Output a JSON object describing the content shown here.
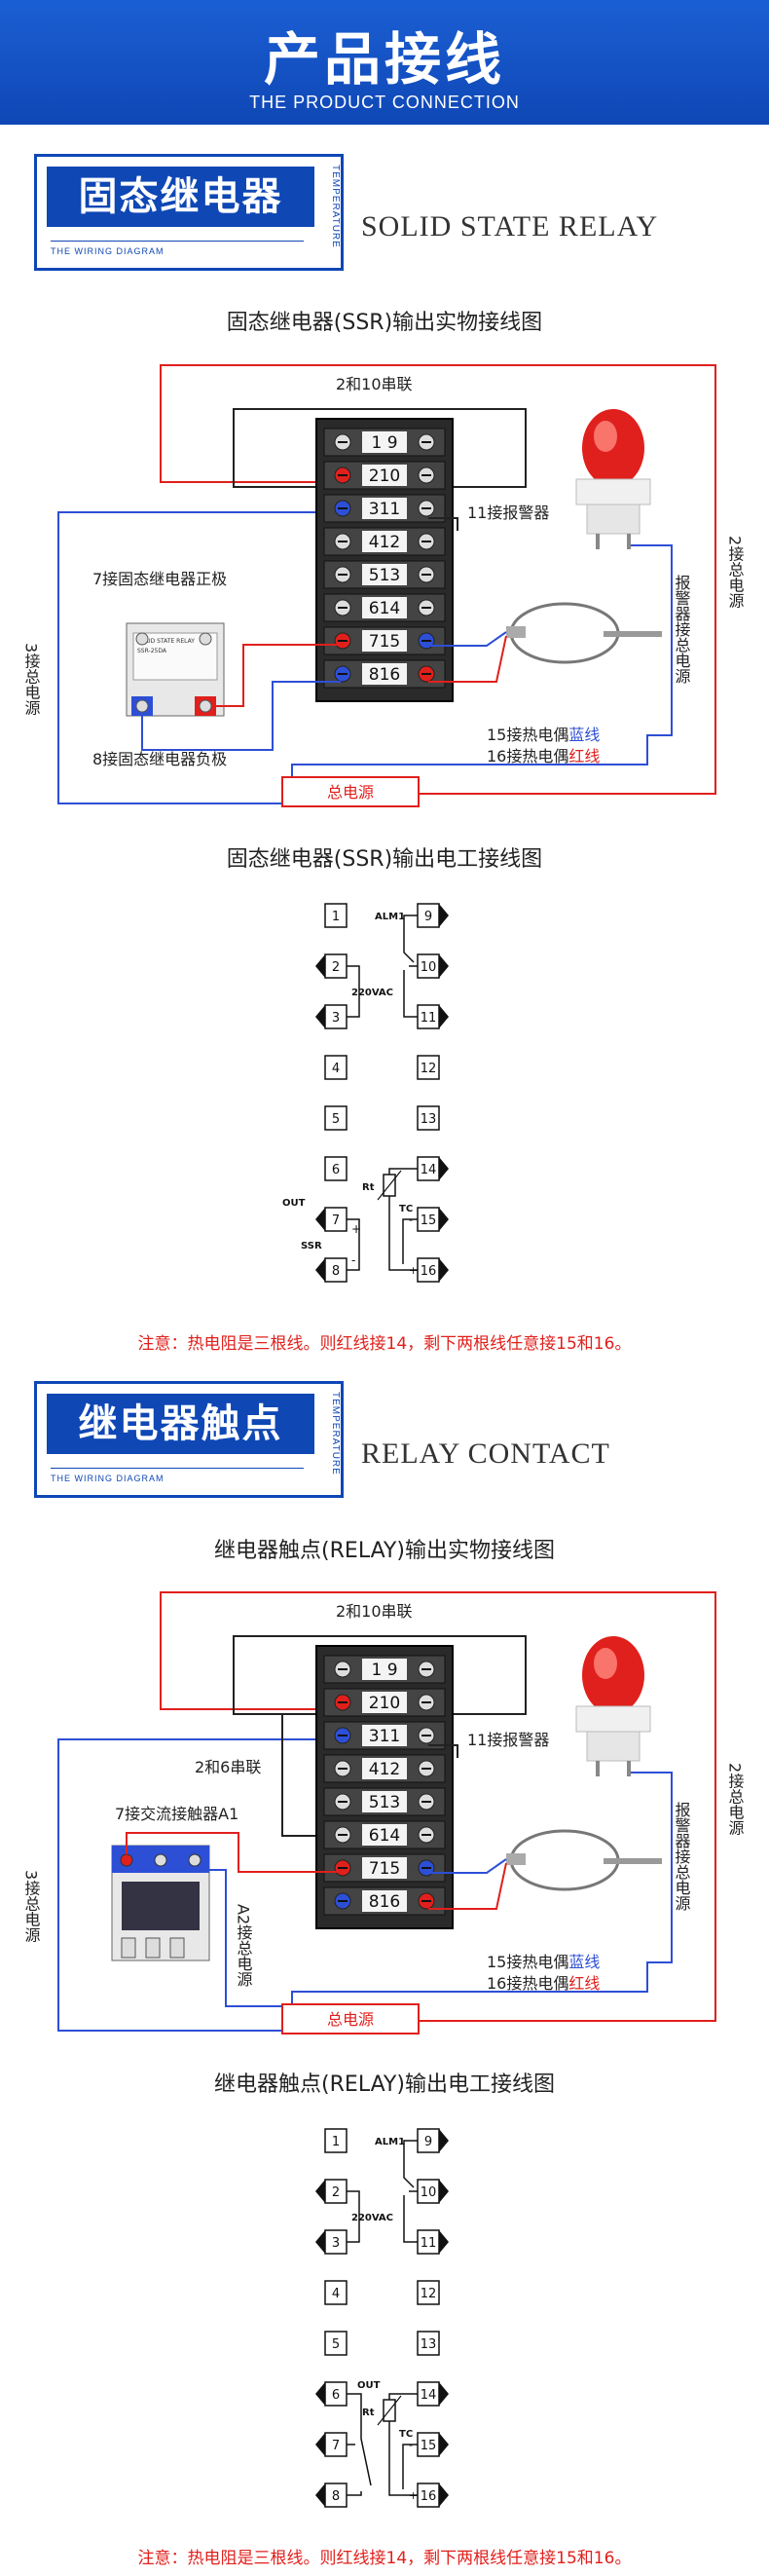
{
  "banner": {
    "title": "产品接线",
    "subtitle": "THE PRODUCT CONNECTION"
  },
  "badge": {
    "diagram": "THE WIRING DIAGRAM",
    "vertical": "TEMPERATURE"
  },
  "colors": {
    "brand": "#0f47b5",
    "red_wire": "#e0201c",
    "blue_wire": "#2d4fd6"
  },
  "ssr": {
    "header": "固态继电器",
    "header_en": "SOLID STATE RELAY",
    "physical_title": "固态继电器(SSR)输出实物接线图",
    "series_label": "2和10串联",
    "alarm_label": "11接报警器",
    "pos_label": "7接固态继电器正极",
    "neg_label": "8接固态继电器负极",
    "tc_blue_prefix": "15接热电偶",
    "tc_blue_word": "蓝线",
    "tc_red_prefix": "16接热电偶",
    "tc_red_word": "红线",
    "power_label": "总电源",
    "left_vertical": "3接总电源",
    "right_vertical_a": "2接总电源",
    "right_vertical_b": "报警器接总电源",
    "device_brand": "SOLID STATE RELAY",
    "device_model": "SSR-25DA",
    "schematic_title": "固态继电器(SSR)输出电工接线图",
    "note": "注意：热电阻是三根线。则红线接14，剩下两根线任意接15和16。"
  },
  "relay": {
    "header": "继电器触点",
    "header_en": "RELAY CONTACT",
    "physical_title": "继电器触点(RELAY)输出实物接线图",
    "series_label": "2和10串联",
    "alarm_label": "11接报警器",
    "series26_label": "2和6串联",
    "a1_label": "7接交流接触器A1",
    "a2_label": "A2接总电源",
    "tc_blue_prefix": "15接热电偶",
    "tc_blue_word": "蓝线",
    "tc_red_prefix": "16接热电偶",
    "tc_red_word": "红线",
    "power_label": "总电源",
    "left_vertical": "3接总电源",
    "right_vertical_a": "2接总电源",
    "right_vertical_b": "报警器接总电源",
    "schematic_title": "继电器触点(RELAY)输出电工接线图",
    "note": "注意：热电阻是三根线。则红线接14，剩下两根线任意接15和16。"
  },
  "terminal_rows": [
    {
      "left": "1",
      "right": "9"
    },
    {
      "left": "2",
      "right": "10"
    },
    {
      "left": "3",
      "right": "11"
    },
    {
      "left": "4",
      "right": "12"
    },
    {
      "left": "5",
      "right": "13"
    },
    {
      "left": "6",
      "right": "14"
    },
    {
      "left": "7",
      "right": "15"
    },
    {
      "left": "8",
      "right": "16"
    }
  ],
  "schematic": {
    "alm": "ALM1",
    "vac": "220VAC",
    "rt": "Rt",
    "tc": "TC",
    "out": "OUT",
    "ssr": "SSR",
    "plus": "+",
    "minus": "-"
  }
}
